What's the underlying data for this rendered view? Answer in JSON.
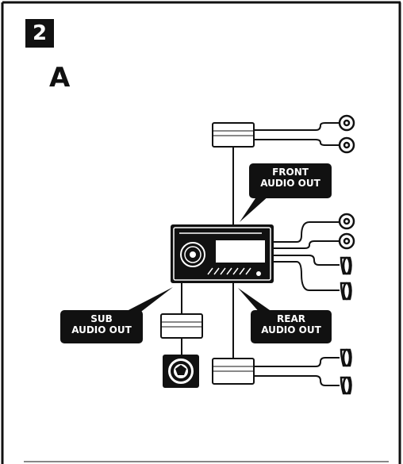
{
  "step": {
    "number": "2"
  },
  "section": {
    "letter": "A"
  },
  "callouts": {
    "front": {
      "line1": "FRONT",
      "line2": "AUDIO OUT"
    },
    "sub": {
      "line1": "SUB",
      "line2": "AUDIO OUT"
    },
    "rear": {
      "line1": "REAR",
      "line2": "AUDIO OUT"
    }
  },
  "colors": {
    "ink": "#111111",
    "paper": "#ffffff"
  },
  "icons": [
    "head-unit-icon",
    "amplifier-icon",
    "speaker-icon",
    "rca-plug-icon",
    "subwoofer-icon"
  ]
}
